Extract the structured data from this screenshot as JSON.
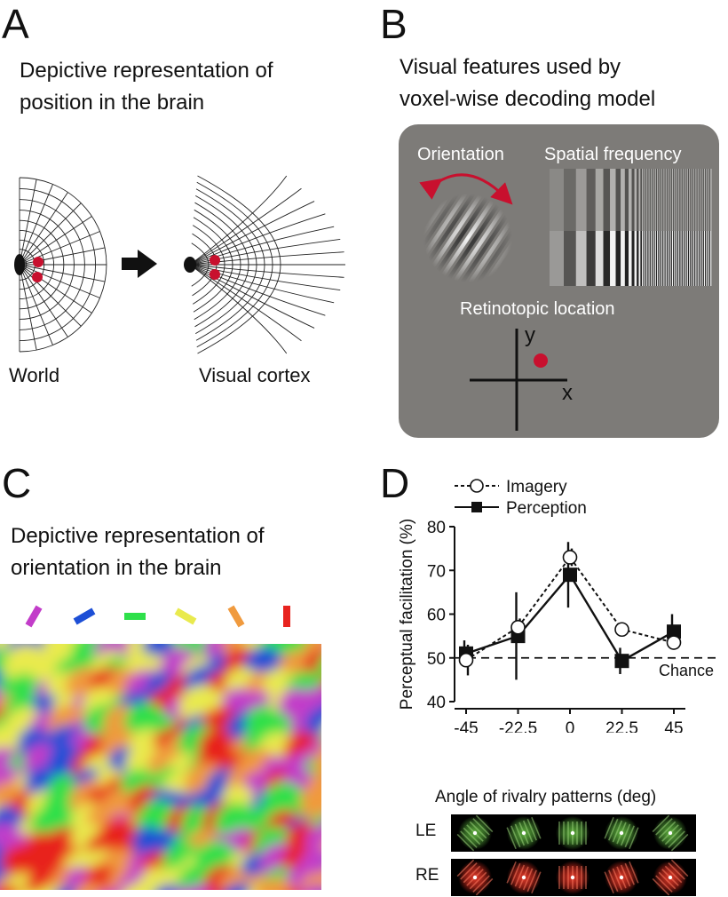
{
  "panel_a": {
    "letter": "A",
    "title_line1": "Depictive representation of",
    "title_line2": "position in the brain",
    "left_label": "World",
    "right_label": "Visual cortex"
  },
  "panel_b": {
    "letter": "B",
    "title_line1": "Visual features used by",
    "title_line2": "voxel-wise decoding model",
    "feature_orientation": "Orientation",
    "feature_sf": "Spatial frequency",
    "feature_retino": "Retinotopic location",
    "axis_x": "x",
    "axis_y": "y",
    "box_color": "#7d7b78"
  },
  "panel_c": {
    "letter": "C",
    "title_line1": "Depictive representation of",
    "title_line2": "orientation in the brain",
    "orientation_bar_colors": [
      "#c23cc9",
      "#1d4fd6",
      "#2ee04a",
      "#e9ea4e",
      "#f09a3e",
      "#e8231f"
    ]
  },
  "panel_d": {
    "letter": "D",
    "legend_imagery": "Imagery",
    "legend_perception": "Perception",
    "row_le": "LE",
    "row_re": "RE"
  },
  "chart_data": {
    "type": "line",
    "x": [
      -45,
      -22.5,
      0,
      22.5,
      45
    ],
    "xticklabels": [
      "-45",
      "-22.5",
      "0",
      "22.5",
      "45"
    ],
    "xlabel": "Angle of rivalry patterns (deg)",
    "ylabel": "Perceptual facilitation (%)",
    "ylim": [
      40,
      80
    ],
    "yticks": [
      40,
      50,
      60,
      70,
      80
    ],
    "chance_level": 50,
    "chance_label": "Chance",
    "series": [
      {
        "name": "Imagery",
        "style": "dashed-open-circle",
        "values": [
          49.5,
          57,
          73,
          56.5,
          53.5
        ],
        "err": [
          3.5,
          2,
          2,
          1.5,
          1.5
        ]
      },
      {
        "name": "Perception",
        "style": "solid-filled-square",
        "values": [
          51,
          55,
          69,
          49.3,
          56
        ],
        "err": [
          3,
          10,
          7.5,
          3,
          4
        ]
      }
    ]
  }
}
